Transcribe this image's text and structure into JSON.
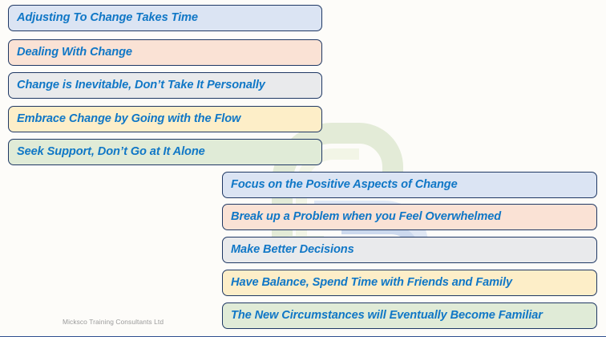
{
  "slide": {
    "background_color": "#fdfcf9",
    "text_color": "#1077c6",
    "border_color": "#1f3864",
    "footer": "Micksco Training Consultants Ltd",
    "watermark": "company-logo-watermark"
  },
  "palette": {
    "blue": "#dbe4f3",
    "peach": "#fae2d5",
    "grey": "#e9eaec",
    "yellow": "#fdeec8",
    "green": "#e0ebd7"
  },
  "left_column": {
    "items": [
      {
        "label": "Adjusting To Change Takes Time",
        "fill": "blue"
      },
      {
        "label": "Dealing With Change",
        "fill": "peach"
      },
      {
        "label": "Change is Inevitable, Don’t Take It Personally",
        "fill": "grey"
      },
      {
        "label": "Embrace Change by Going with the Flow",
        "fill": "yellow"
      },
      {
        "label": "Seek Support, Don’t Go at It Alone",
        "fill": "green"
      }
    ]
  },
  "right_column": {
    "items": [
      {
        "label": "Focus on the Positive Aspects of Change",
        "fill": "blue"
      },
      {
        "label": "Break up a Problem when you Feel Overwhelmed",
        "fill": "peach"
      },
      {
        "label": "Make Better Decisions",
        "fill": "grey"
      },
      {
        "label": "Have Balance, Spend Time with Friends and Family",
        "fill": "yellow"
      },
      {
        "label": "The New Circumstances will Eventually Become Familiar",
        "fill": "green"
      }
    ]
  }
}
